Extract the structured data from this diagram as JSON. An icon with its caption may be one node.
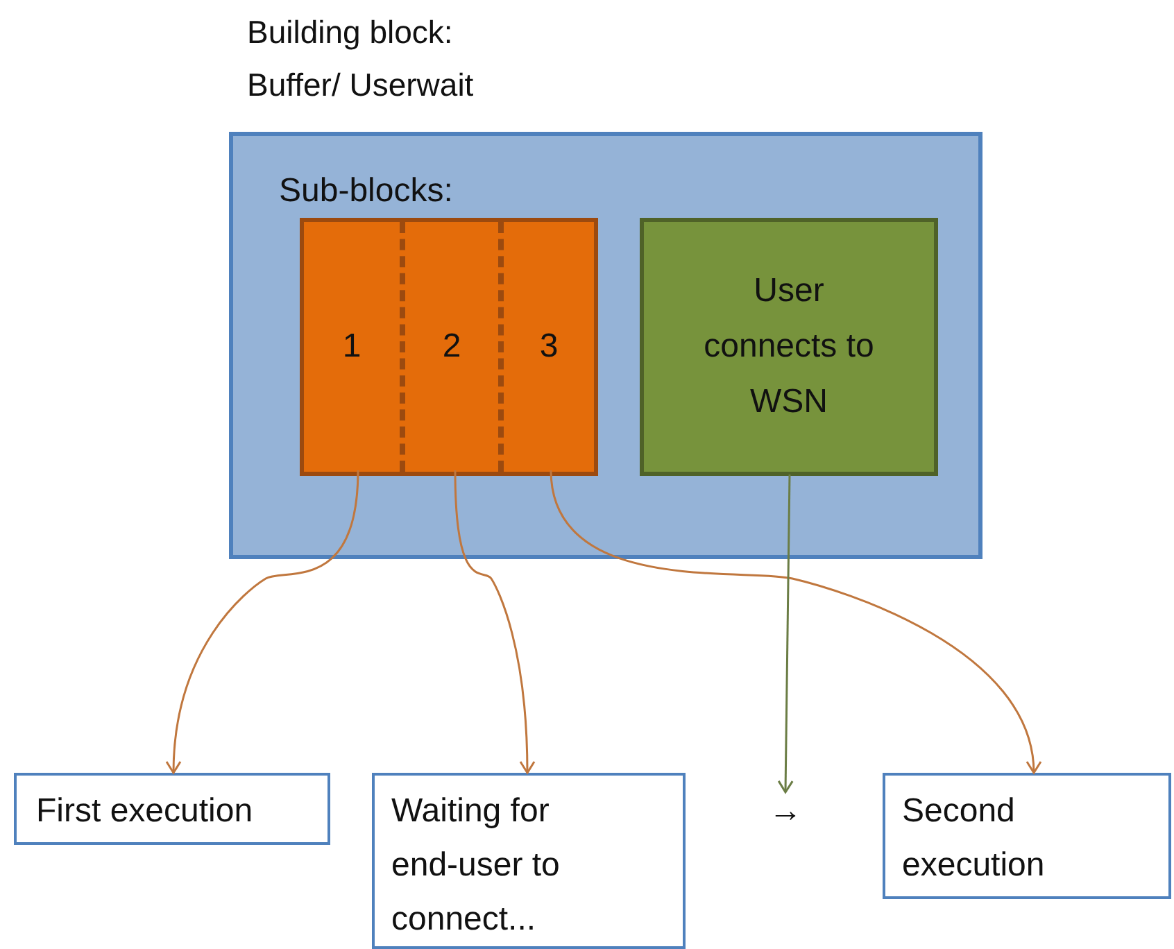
{
  "diagram": {
    "title": "Building block: Buffer/ Userwait",
    "nodes": [
      {
        "text": [
          "Sub-blocks:"
        ]
      },
      {
        "text": [],
        "shape": "box",
        "in": 0
      },
      {
        "text": [
          "1"
        ],
        "in": 1
      },
      {
        "text": [
          "2"
        ],
        "in": 1
      },
      {
        "text": [
          "3"
        ],
        "in": 1
      },
      {
        "text": [
          "User connects to WSN"
        ],
        "in": 0
      },
      {
        "text": [
          "First execution"
        ]
      },
      {
        "text": [
          "Waiting for end-user to connect..."
        ]
      },
      {
        "text": [
          "→"
        ]
      },
      {
        "text": [
          "Second execution"
        ]
      }
    ],
    "edges": [
      {
        "from": 2,
        "to": 6,
        "arrow": "to"
      },
      {
        "from": 3,
        "to": 7,
        "arrow": "to"
      },
      {
        "from": 4,
        "to": 9,
        "arrow": "to"
      },
      {
        "from": 5,
        "to": 8,
        "arrow": "to",
        "color": "#6b7d45"
      }
    ]
  }
}
